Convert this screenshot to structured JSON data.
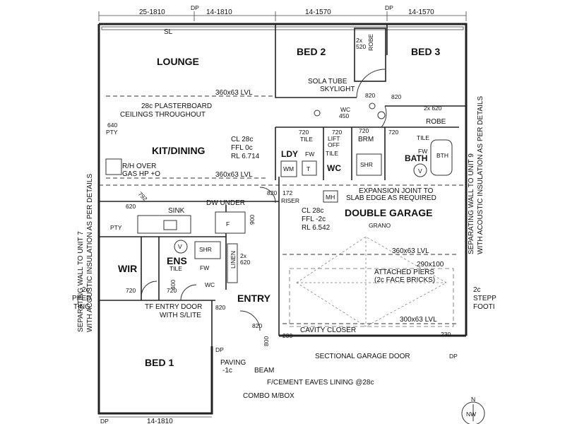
{
  "dimensions_top": [
    "25-1810",
    "DP",
    "14-1810",
    "14-1570",
    "DP",
    "14-1570"
  ],
  "dimensions_bottom": [
    "DP",
    "14-1810"
  ],
  "rooms": {
    "lounge": "LOUNGE",
    "bed2": "BED 2",
    "bed3": "BED 3",
    "kit_dining": "KIT/DINING",
    "double_garage": "DOUBLE GARAGE",
    "bed1": "BED 1",
    "wir": "WIR",
    "ens": "ENS",
    "entry": "ENTRY",
    "ldy": "LDY",
    "bath": "BATH",
    "wc": "WC",
    "brm": "BRM"
  },
  "notes": {
    "sl": "SL",
    "robe_2x520": "2x\n520",
    "robe_label": "ROBE",
    "sola_tube": "SOLA TUBE",
    "skylight": "SKYLIGHT",
    "lvl_360_top": "360x63 LVL",
    "plasterboard_1": "28c PLASTERBOARD",
    "plasterboard_2": "CEILINGS THROUGHOUT",
    "pty_640": "640",
    "pty": "PTY",
    "cl_28c": "CL 28c",
    "ffl_0c": "FFL 0c",
    "rl_6714": "RL 6.714",
    "rh_over": "R/H OVER",
    "gas_hp": "GAS HP +O",
    "lvl_360_kit": "360x63 LVL",
    "wc_450": "WC",
    "wc_450_dim": "450",
    "robe_2x620": "2x 620",
    "robe2": "ROBE",
    "tile": "TILE",
    "lift_off": "LIFT",
    "off": "OFF",
    "fw": "FW",
    "wm": "WM",
    "t": "T",
    "shr": "SHR",
    "bth": "BTH",
    "v": "V",
    "dim_720": "720",
    "dim_820": "820",
    "dim_172": "172",
    "riser": "RISER",
    "mh": "MH",
    "expansion_1": "EXPANSION JOINT TO",
    "expansion_2": "SLAB EDGE AS REQUIRED",
    "cl_28c_g": "CL 28c",
    "ffl_2c": "FFL -2c",
    "rl_6542": "RL 6.542",
    "grano": "GRANO",
    "sink": "SINK",
    "dw_under": "DW UNDER",
    "f": "F",
    "dim_900": "900",
    "dim_620": "620",
    "dim_792": "792",
    "linen": "LINEN",
    "linen_2x620": "2x\n620",
    "lvl_360_g": "360x63 LVL",
    "piers_dim": "290x100",
    "piers_1": "ATTACHED PIERS",
    "piers_2": "(2c FACE BRICKS)",
    "tf_entry_1": "TF ENTRY DOOR",
    "tf_entry_2": "WITH S/LITE",
    "lvl_300": "300x63 LVL",
    "cavity_closer": "CAVITY CLOSER",
    "dim_230": "230",
    "dim_800": "800",
    "dim_400": "400",
    "sectional": "SECTIONAL GARAGE DOOR",
    "dp": "DP",
    "paving_1": "PAVING",
    "paving_2": "-1c",
    "beam": "BEAM",
    "fcement": "F/CEMENT EAVES LINING @28c",
    "combo": "COMBO M/BOX",
    "left_wall_1": "SEPARATING WALL TO UNIT 7",
    "left_wall_2": "WITH ACOUSTIC INSULATION AS PER DETAILS",
    "right_wall_1": "SEPARATING WALL TO UNIT 9",
    "right_wall_2": "WITH ACOUSTIC INSULATION AS PER DETAILS",
    "left_margin_1": "2c",
    "left_margin_2": "PPED",
    "left_margin_3": "TING",
    "right_margin_1": "2c",
    "right_margin_2": "STEPP",
    "right_margin_3": "FOOTI",
    "nw": "NW",
    "north": "N"
  }
}
